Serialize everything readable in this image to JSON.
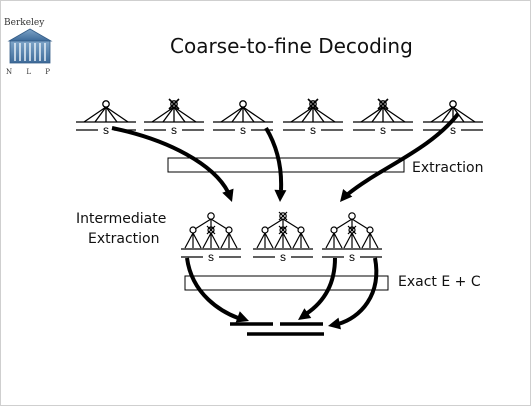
{
  "slide": {
    "title": "Coarse-to-fine Decoding",
    "logo": {
      "top_text": "Berkeley",
      "bottom_text": "N L P"
    },
    "labels": {
      "extraction": "Extraction",
      "intermediate_line1": "Intermediate",
      "intermediate_line2": "Extraction",
      "exact": "Exact E + C"
    },
    "symbol_s": "s"
  }
}
